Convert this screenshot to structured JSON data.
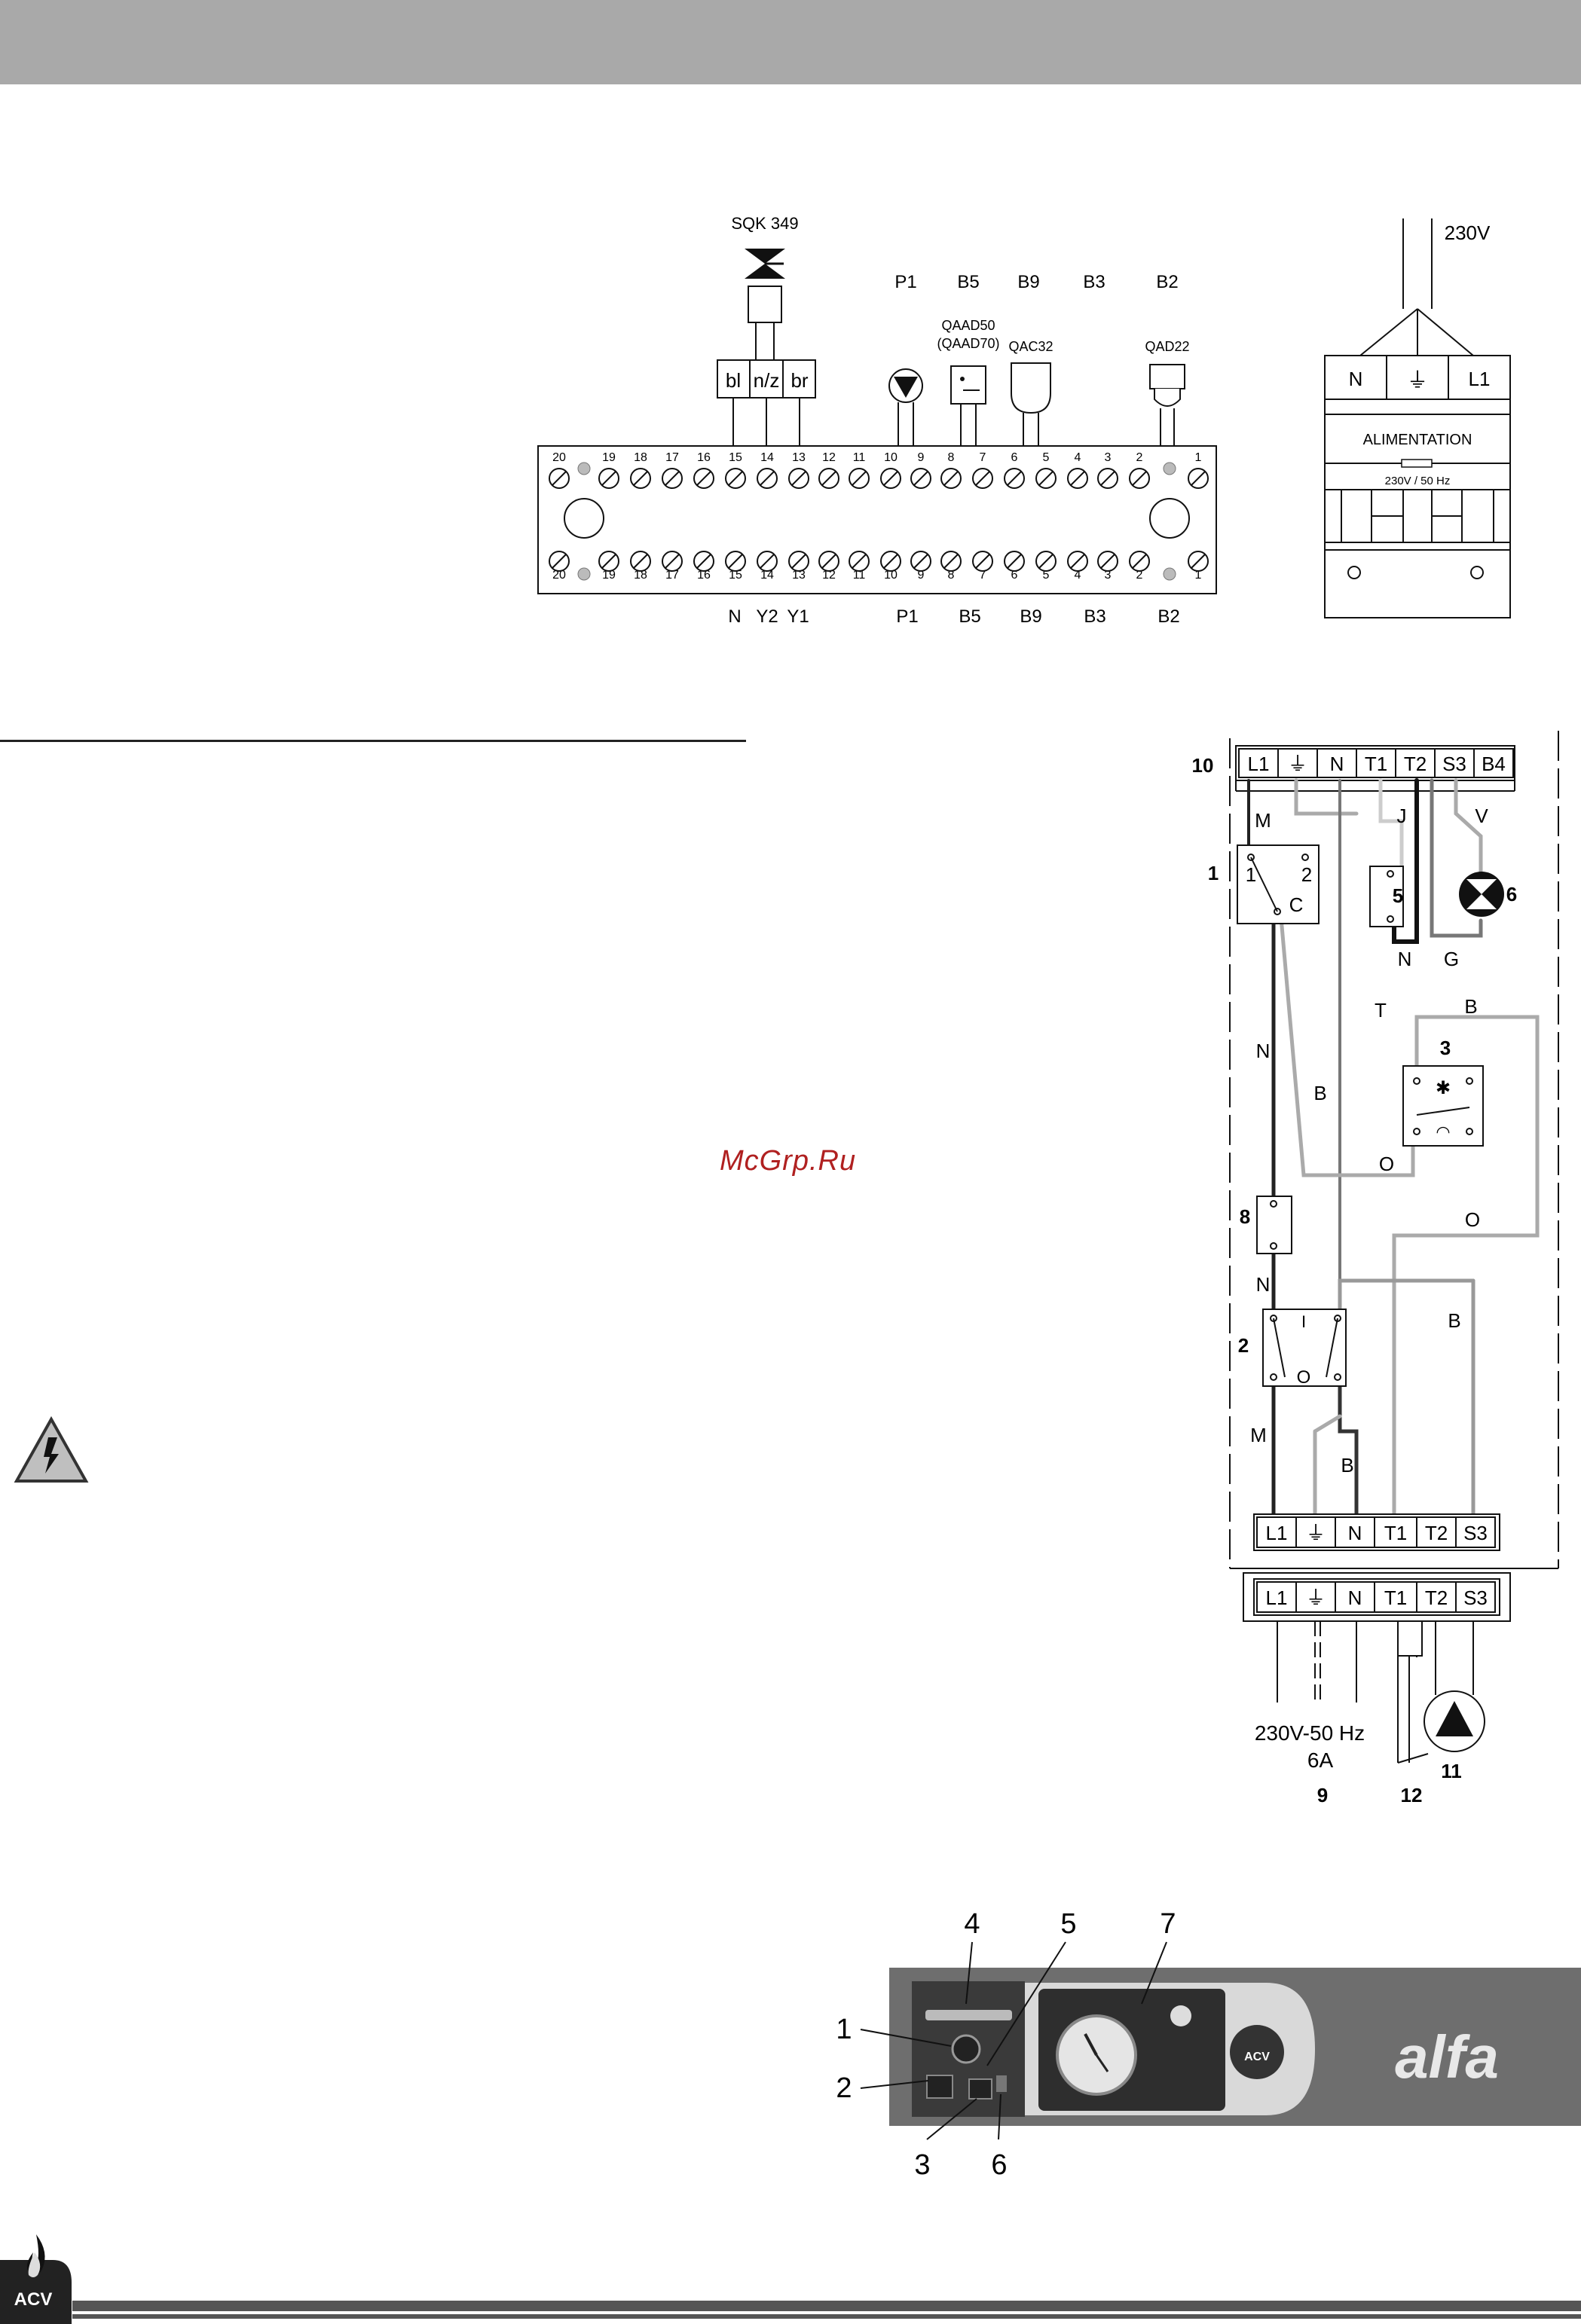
{
  "terminal_block": {
    "valve_label": "SQK 349",
    "valve_wires": [
      "bl",
      "n/z",
      "br"
    ],
    "top_signals": [
      "P1",
      "B5",
      "B9",
      "B3",
      "B2"
    ],
    "sensors": {
      "qaad50": "QAAD50",
      "qaad70": "(QAAD70)",
      "qac32": "QAC32",
      "qad22": "QAD22"
    },
    "terminal_numbers": [
      "20",
      "19",
      "18",
      "17",
      "16",
      "15",
      "14",
      "13",
      "12",
      "11",
      "10",
      "9",
      "8",
      "7",
      "6",
      "5",
      "4",
      "3",
      "2",
      "1"
    ],
    "bottom_labels": [
      "N",
      "Y2",
      "Y1",
      "P1",
      "B5",
      "B9",
      "B3",
      "B2"
    ]
  },
  "power_supply": {
    "voltage": "230V",
    "terminals": [
      "N",
      "⏚",
      "L1"
    ],
    "title": "ALIMENTATION",
    "rating": "230V / 50 Hz"
  },
  "wiring": {
    "top_terminals": [
      "L1",
      "⏚",
      "N",
      "T1",
      "T2",
      "S3",
      "B4"
    ],
    "bottom_terminals": [
      "L1",
      "⏚",
      "N",
      "T1",
      "T2",
      "S3"
    ],
    "external_terminals": [
      "L1",
      "⏚",
      "N",
      "T1",
      "T2",
      "S3"
    ],
    "wire_labels": {
      "M1": "M",
      "J": "J",
      "V": "V",
      "N1": "N",
      "G": "G",
      "T": "T",
      "B1": "B",
      "N2": "N",
      "B2": "B",
      "O1": "O",
      "O2": "O",
      "N3": "N",
      "B3": "B",
      "M2": "M",
      "B4": "B"
    },
    "component_numbers": {
      "c10": "10",
      "c1": "1",
      "c5": "5",
      "c6": "6",
      "c3": "3",
      "c8": "8",
      "c2": "2",
      "c11": "11",
      "c9": "9",
      "c12": "12"
    },
    "switch_labels": {
      "s1": "1",
      "s2": "2",
      "sc": "C",
      "on": "I",
      "off": "O"
    },
    "thermostat_symbols": {
      "top": "✱",
      "bottom": "◠"
    },
    "supply_text": "230V-50 Hz",
    "fuse_text": "6A"
  },
  "control_panel": {
    "callouts": [
      "4",
      "5",
      "7",
      "1",
      "2",
      "3",
      "6"
    ],
    "brand": "alfa",
    "logo_text": "ACV"
  },
  "watermark": "McGrp.Ru",
  "footer_logo": "ACV"
}
